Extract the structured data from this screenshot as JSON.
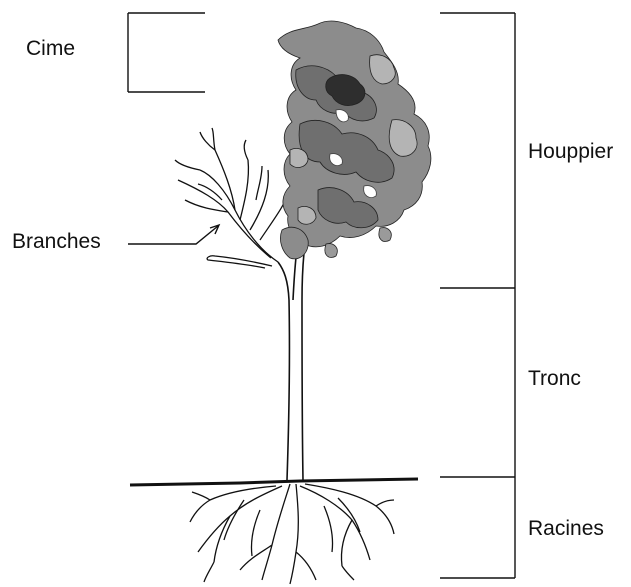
{
  "labels": {
    "cime": "Cime",
    "branches": "Branches",
    "houppier": "Houppier",
    "tronc": "Tronc",
    "racines": "Racines"
  },
  "colors": {
    "ink": "#111111",
    "foliage_dark": "#6f6f6f",
    "foliage_mid": "#8c8c8c",
    "foliage_light": "#b4b4b4",
    "foliage_shadow": "#2e2e2e"
  }
}
